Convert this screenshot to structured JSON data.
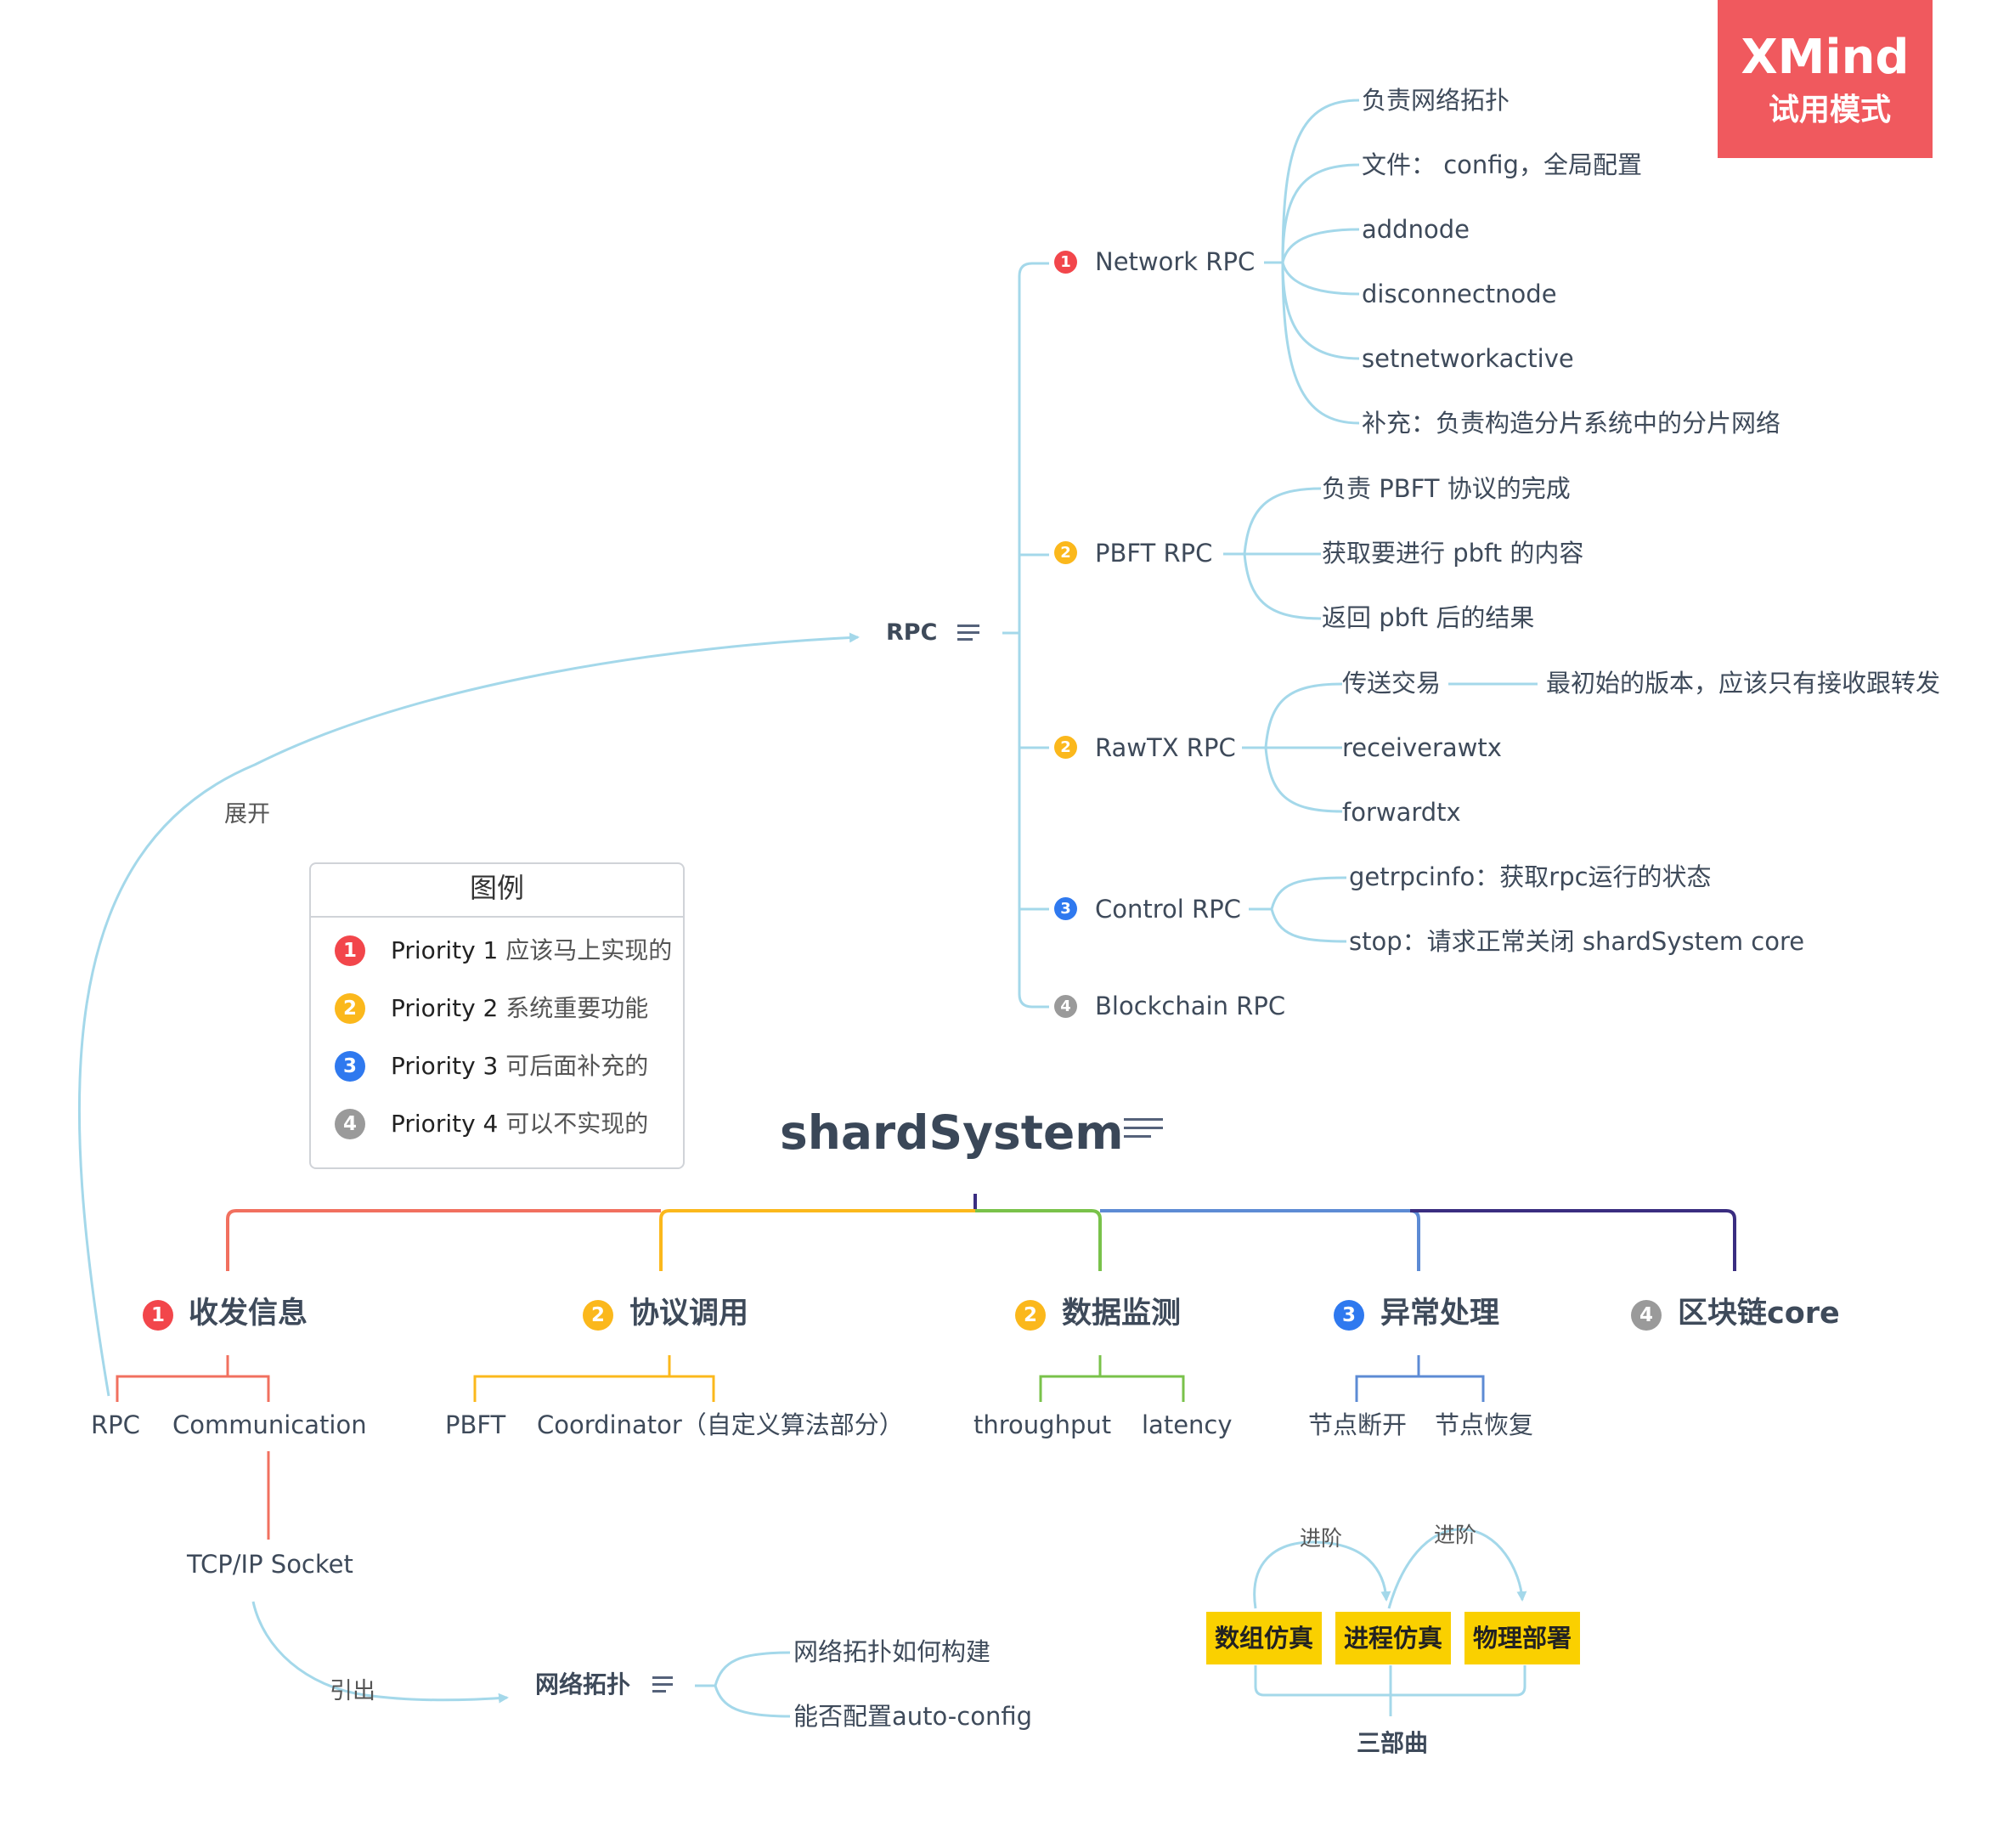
{
  "watermark": {
    "logo": "XMind",
    "mode": "试用模式"
  },
  "central_topic": {
    "title": "shardSystem",
    "notes_icon": "notes-icon"
  },
  "priority_colors": {
    "1": "#f2464b",
    "2": "#fbb81c",
    "3": "#2f79ef",
    "4": "#9a9a9a"
  },
  "branch_colors": [
    "#f1705f",
    "#fbb81c",
    "#79c24a",
    "#5d8bd4",
    "#3a2d80"
  ],
  "main_branches": [
    {
      "priority": "1",
      "label": "收发信息",
      "children": [
        "RPC",
        "Communication"
      ],
      "grandchild": "TCP/IP Socket"
    },
    {
      "priority": "2",
      "label": "协议调用",
      "children": [
        "PBFT",
        "Coordinator（自定义算法部分）"
      ]
    },
    {
      "priority": "2",
      "label": "数据监测",
      "children": [
        "throughput",
        "latency"
      ]
    },
    {
      "priority": "3",
      "label": "异常处理",
      "children": [
        "节点断开",
        "节点恢复"
      ]
    },
    {
      "priority": "4",
      "label": "区块链core",
      "children": []
    }
  ],
  "rpc_topic": {
    "title": "RPC",
    "notes_icon": "notes-icon",
    "relation_label": "展开",
    "groups": [
      {
        "priority": "1",
        "label": "Network RPC",
        "items": [
          "负责网络拓扑",
          "文件： config，全局配置",
          "addnode",
          "disconnectnode",
          "setnetworkactive",
          "补充：负责构造分片系统中的分片网络"
        ]
      },
      {
        "priority": "2",
        "label": "PBFT RPC",
        "items": [
          "负责 PBFT 协议的完成",
          "获取要进行 pbft 的内容",
          "返回 pbft 后的结果"
        ]
      },
      {
        "priority": "2",
        "label": "RawTX RPC",
        "items": [
          "传送交易",
          "receiverawtx",
          "forwardtx"
        ],
        "sub": "最初始的版本，应该只有接收跟转发"
      },
      {
        "priority": "3",
        "label": "Control RPC",
        "items": [
          "getrpcinfo：获取rpc运行的状态",
          "stop：请求正常关闭 shardSystem core"
        ]
      },
      {
        "priority": "4",
        "label": "Blockchain RPC",
        "items": []
      }
    ]
  },
  "network_topo_topic": {
    "title": "网络拓扑",
    "notes_icon": "notes-icon",
    "relation_label": "引出",
    "items": [
      "网络拓扑如何构建",
      "能否配置auto-config"
    ]
  },
  "legend": {
    "title": "图例",
    "items": [
      {
        "priority": "1",
        "label": "Priority 1",
        "desc": "应该马上实现的"
      },
      {
        "priority": "2",
        "label": "Priority 2",
        "desc": "系统重要功能"
      },
      {
        "priority": "3",
        "label": "Priority 3",
        "desc": "可后面补充的"
      },
      {
        "priority": "4",
        "label": "Priority 4",
        "desc": "可以不实现的"
      }
    ]
  },
  "trilogy": {
    "boxes": [
      "数组仿真",
      "进程仿真",
      "物理部署"
    ],
    "arrow_labels": [
      "进阶",
      "进阶"
    ],
    "summary": "三部曲"
  }
}
